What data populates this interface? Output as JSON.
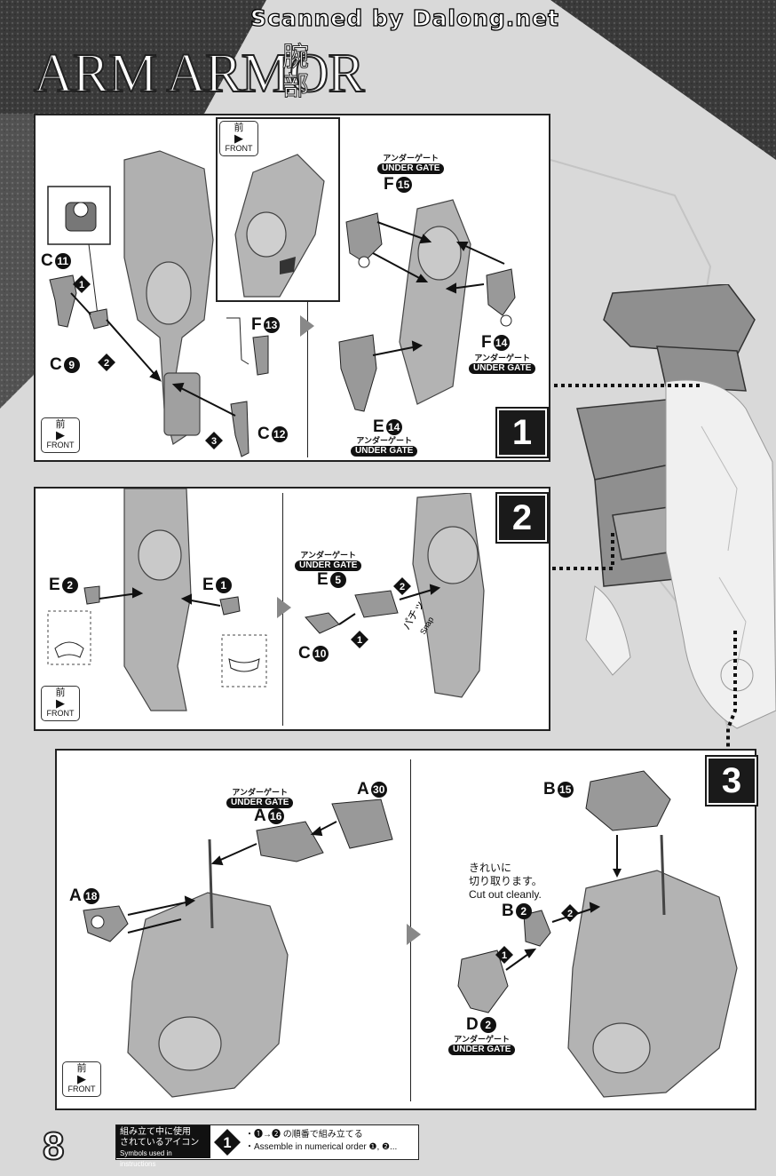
{
  "header": {
    "scan_credit": "Scanned by Dalong.net",
    "title": "ARM ARMOR",
    "title_jp": "腕部"
  },
  "front_badge": {
    "jp": "前",
    "en": "FRONT"
  },
  "under_gate": {
    "jp": "アンダーゲート",
    "en": "UNDER GATE"
  },
  "step1": {
    "number": "1",
    "parts": {
      "c11": {
        "letter": "C",
        "num": "11"
      },
      "c9": {
        "letter": "C",
        "num": "9"
      },
      "c12": {
        "letter": "C",
        "num": "12"
      },
      "f13": {
        "letter": "F",
        "num": "13"
      },
      "f15": {
        "letter": "F",
        "num": "15"
      },
      "f14": {
        "letter": "F",
        "num": "14"
      },
      "e14": {
        "letter": "E",
        "num": "14"
      }
    },
    "order": [
      "1",
      "2",
      "3"
    ]
  },
  "step2": {
    "number": "2",
    "parts": {
      "e2": {
        "letter": "E",
        "num": "2"
      },
      "e1": {
        "letter": "E",
        "num": "1"
      },
      "e5": {
        "letter": "E",
        "num": "5"
      },
      "c10": {
        "letter": "C",
        "num": "10"
      }
    },
    "order": [
      "1",
      "2"
    ],
    "snap": {
      "jp": "パチッ",
      "en": "Snap"
    }
  },
  "step3": {
    "number": "3",
    "parts": {
      "a30": {
        "letter": "A",
        "num": "30"
      },
      "a16": {
        "letter": "A",
        "num": "16"
      },
      "a18": {
        "letter": "A",
        "num": "18"
      },
      "b15": {
        "letter": "B",
        "num": "15"
      },
      "b2": {
        "letter": "B",
        "num": "2"
      },
      "d2": {
        "letter": "D",
        "num": "2"
      }
    },
    "order": [
      "1",
      "2"
    ],
    "cut_note": {
      "jp_line1": "きれいに",
      "jp_line2": "切り取ります。",
      "en": "Cut out cleanly."
    }
  },
  "footer": {
    "page_number": "8",
    "legend_jp_line1": "組み立て中に使用",
    "legend_jp_line2": "されているアイコン",
    "legend_en": "Symbols used in instructions",
    "icon_symbol": "1",
    "legend_item_jp": "・❶→❷ の順番で組み立てる",
    "legend_item_en": "・Assemble in numerical order ❶, ❷..."
  }
}
